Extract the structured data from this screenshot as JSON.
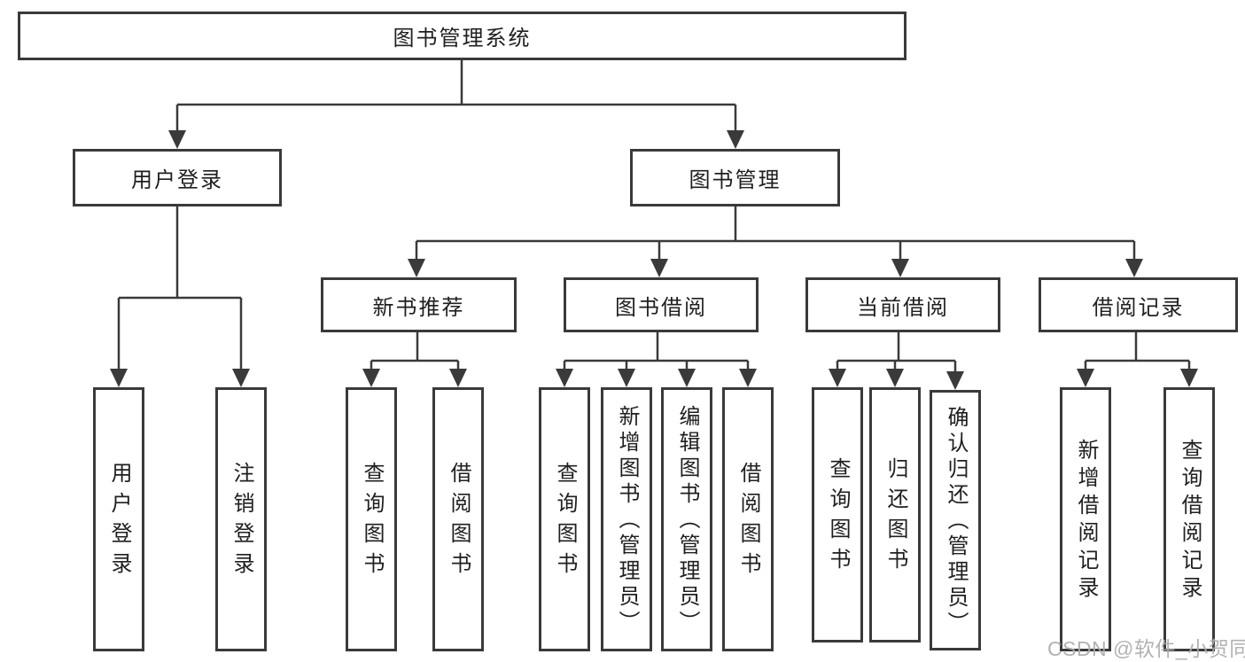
{
  "tree": {
    "root": {
      "label": "图书管理系统",
      "children": [
        {
          "label": "用户登录",
          "children": [
            {
              "label": "用户登录"
            },
            {
              "label": "注销登录"
            }
          ]
        },
        {
          "label": "图书管理",
          "children": [
            {
              "label": "新书推荐",
              "children": [
                {
                  "label": "查询图书"
                },
                {
                  "label": "借阅图书"
                }
              ]
            },
            {
              "label": "图书借阅",
              "children": [
                {
                  "label": "查询图书"
                },
                {
                  "label": "新增图书（管理员）"
                },
                {
                  "label": "编辑图书（管理员）"
                },
                {
                  "label": "借阅图书"
                }
              ]
            },
            {
              "label": "当前借阅",
              "children": [
                {
                  "label": "查询图书"
                },
                {
                  "label": "归还图书"
                },
                {
                  "label": "确认归还（管理员）"
                }
              ]
            },
            {
              "label": "借阅记录",
              "children": [
                {
                  "label": "新增借阅记录"
                },
                {
                  "label": "查询借阅记录"
                }
              ]
            }
          ]
        }
      ]
    }
  },
  "watermark": {
    "text": "CSDN @软件_小贺同学"
  },
  "colors": {
    "line": "#3a3a3a",
    "box_border": "#3a3a3a",
    "text": "#1f1f1f",
    "background": "#ffffff",
    "watermark": "#ababab"
  }
}
